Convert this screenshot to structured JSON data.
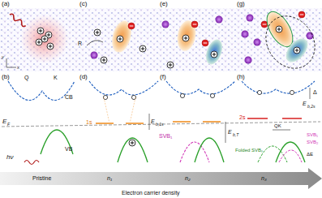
{
  "diagram": {
    "labels": [
      "(a)",
      "x",
      "y",
      "(b)",
      "Q",
      "K",
      "CB",
      "E",
      "F",
      "hν",
      "VB",
      "(c)",
      "R",
      "(d)",
      "1s",
      "E",
      "b,1s",
      "(e)",
      "(f)",
      "SVB₁",
      "E",
      "b,T",
      "(g)",
      "(h)",
      "2s",
      "Δ",
      "E",
      "b,2s",
      "QK",
      "SVB₁",
      "SVB₂",
      "Folded SVBₛ",
      "ΔE",
      "Pristine",
      "n₁",
      "n₂",
      "n₃",
      "Electron carrier density"
    ]
  }
}
